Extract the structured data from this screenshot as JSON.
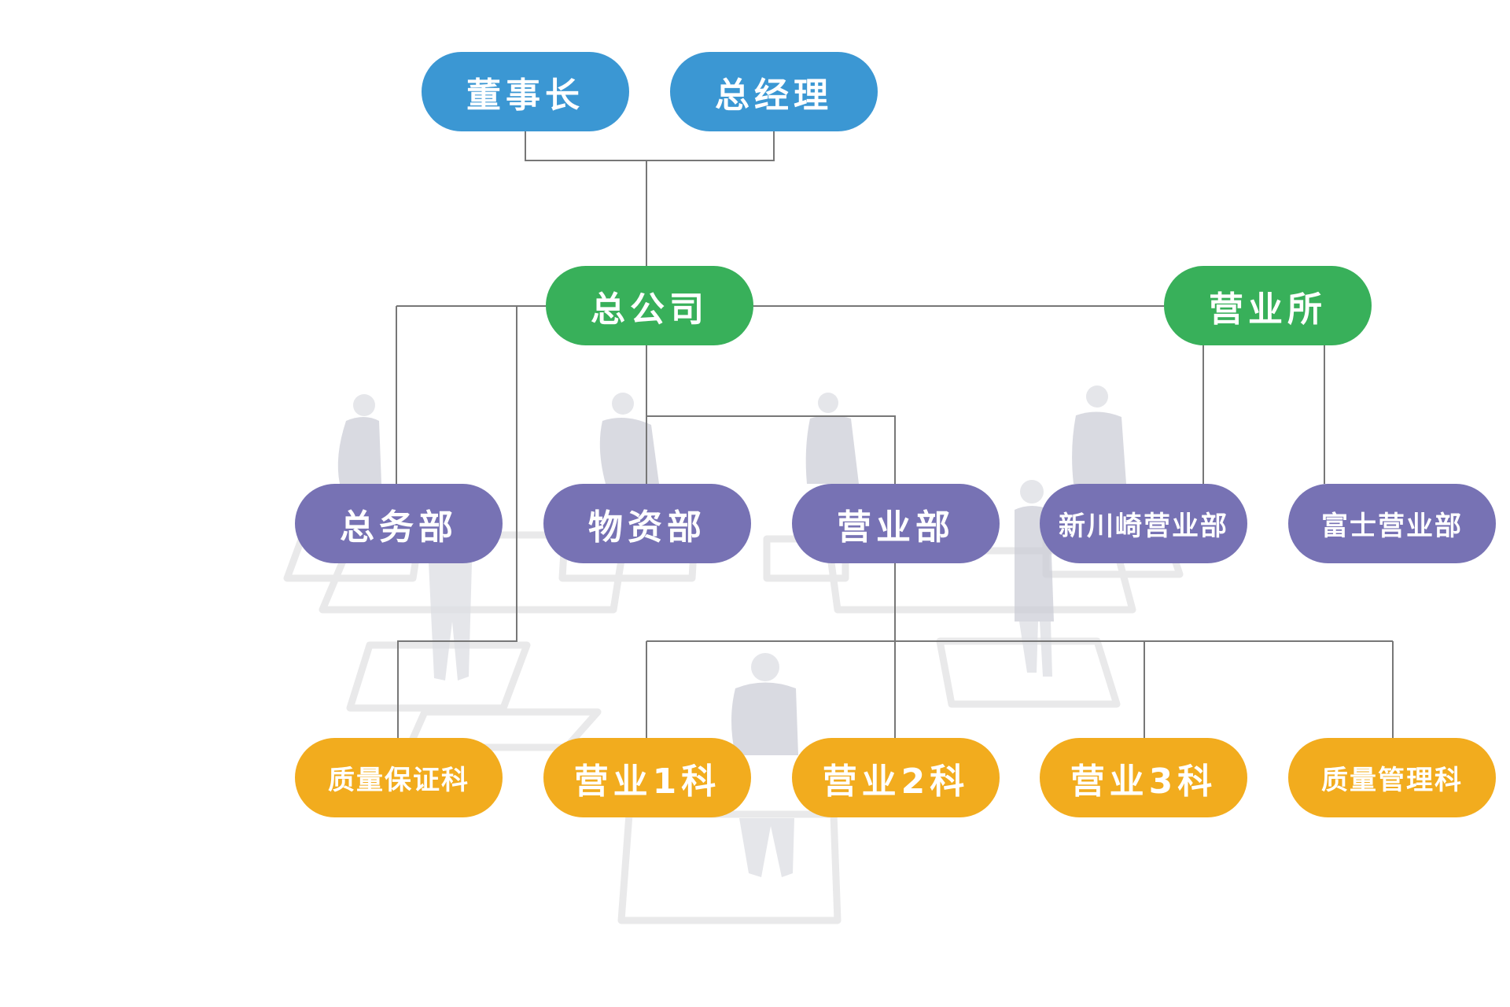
{
  "chart_title": "",
  "colors": {
    "top_level": "#3b97d3",
    "company_level": "#38b05a",
    "department_level": "#7772b4",
    "section_level": "#f2ac1e",
    "connector": "#777777"
  },
  "org": {
    "executives": [
      {
        "id": "chairman",
        "label": "董事长"
      },
      {
        "id": "general-manager",
        "label": "总经理"
      }
    ],
    "companies": [
      {
        "id": "head-office",
        "label": "总公司"
      },
      {
        "id": "sales-office",
        "label": "营业所"
      }
    ],
    "departments": [
      {
        "id": "general-affairs",
        "label": "总务部",
        "parent": "head-office"
      },
      {
        "id": "materials",
        "label": "物资部",
        "parent": "head-office"
      },
      {
        "id": "sales-dept",
        "label": "营业部",
        "parent": "head-office"
      },
      {
        "id": "shinkawasaki-sales",
        "label": "新川崎营业部",
        "parent": "sales-office"
      },
      {
        "id": "fuji-sales",
        "label": "富士营业部",
        "parent": "sales-office"
      }
    ],
    "sections": [
      {
        "id": "qa",
        "label": "质量保证科",
        "parent": "head-office"
      },
      {
        "id": "sales-1",
        "label": "营业1科",
        "parent": "sales-dept"
      },
      {
        "id": "sales-2",
        "label": "营业2科",
        "parent": "sales-dept"
      },
      {
        "id": "sales-3",
        "label": "营业3科",
        "parent": "sales-dept"
      },
      {
        "id": "qm",
        "label": "质量管理科",
        "parent": "sales-dept"
      }
    ]
  },
  "background": {
    "decoration": "faded-businesspeople-on-platforms"
  }
}
